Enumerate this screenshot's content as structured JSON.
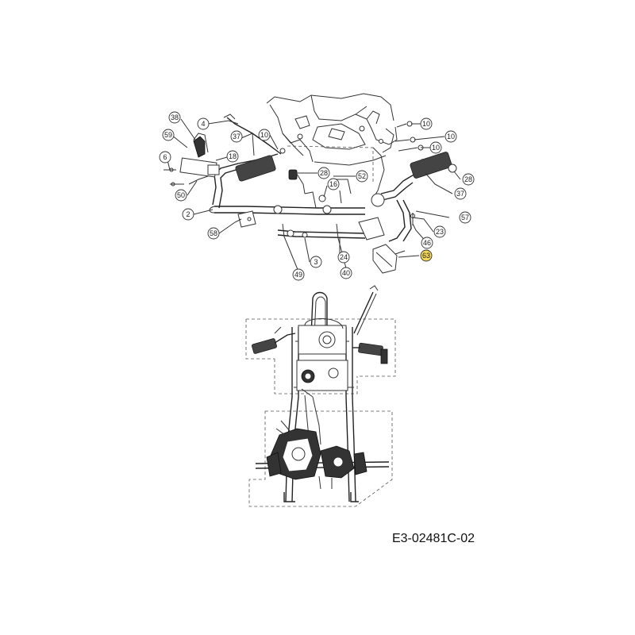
{
  "diagram": {
    "part_reference": "E3-02481C-02",
    "highlight_color": "#f2d65a",
    "callouts": [
      {
        "id": "c38",
        "label": "38"
      },
      {
        "id": "c4",
        "label": "4"
      },
      {
        "id": "c59",
        "label": "59"
      },
      {
        "id": "c37a",
        "label": "37"
      },
      {
        "id": "c6",
        "label": "6"
      },
      {
        "id": "c18",
        "label": "18"
      },
      {
        "id": "c10a",
        "label": "10"
      },
      {
        "id": "c10b",
        "label": "10"
      },
      {
        "id": "c10c",
        "label": "10"
      },
      {
        "id": "c10d",
        "label": "10"
      },
      {
        "id": "c28a",
        "label": "28"
      },
      {
        "id": "c52",
        "label": "52"
      },
      {
        "id": "c16",
        "label": "16"
      },
      {
        "id": "c50",
        "label": "50"
      },
      {
        "id": "c2",
        "label": "2"
      },
      {
        "id": "c58",
        "label": "58"
      },
      {
        "id": "c28b",
        "label": "28"
      },
      {
        "id": "c37b",
        "label": "37"
      },
      {
        "id": "c57",
        "label": "57"
      },
      {
        "id": "c23",
        "label": "23"
      },
      {
        "id": "c46",
        "label": "46"
      },
      {
        "id": "c63",
        "label": "63"
      },
      {
        "id": "c24",
        "label": "24"
      },
      {
        "id": "c3",
        "label": "3"
      },
      {
        "id": "c40",
        "label": "40"
      },
      {
        "id": "c49",
        "label": "49"
      }
    ]
  }
}
